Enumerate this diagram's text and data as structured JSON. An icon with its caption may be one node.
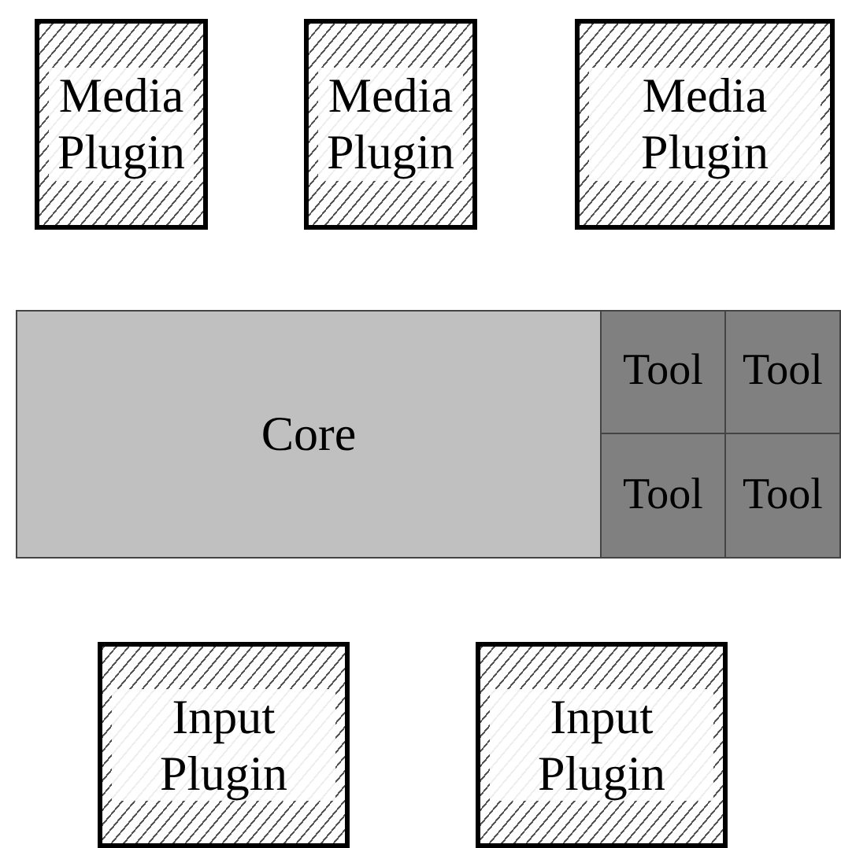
{
  "diagram": {
    "nodes": [
      {
        "text": [
          "Media Plugin"
        ]
      },
      {
        "text": [
          "Media Plugin"
        ]
      },
      {
        "text": [
          "Media Plugin"
        ]
      },
      {
        "text": [
          "Core"
        ]
      },
      {
        "text": [
          "Tool"
        ]
      },
      {
        "text": [
          "Tool"
        ]
      },
      {
        "text": [
          "Tool"
        ]
      },
      {
        "text": [
          "Tool"
        ]
      },
      {
        "text": [
          "Input Plugin"
        ]
      },
      {
        "text": [
          "Input Plugin"
        ]
      }
    ]
  }
}
